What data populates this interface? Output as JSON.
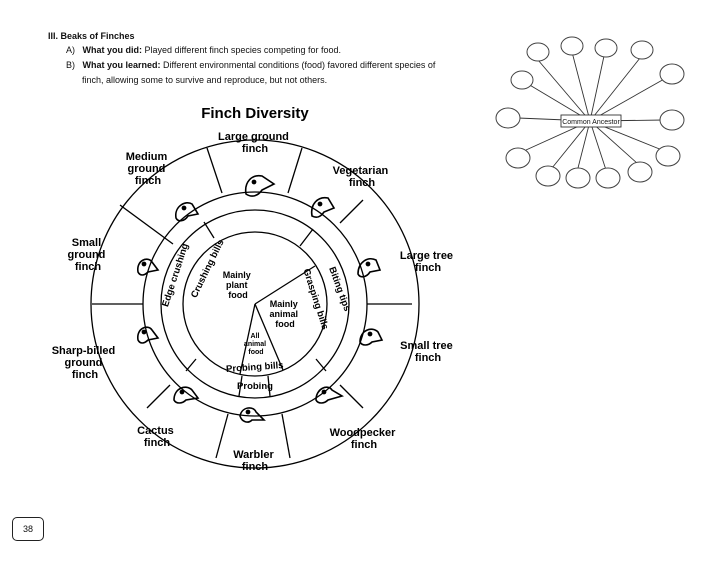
{
  "section": {
    "title": "III.  Beaks of Finches",
    "item_a": {
      "marker": "A)",
      "label": "What you did:",
      "text": "Played different finch species competing for food."
    },
    "item_b": {
      "marker": "B)",
      "label": "What you learned:",
      "text": "Different environmental conditions (food) favored different species of",
      "continuation": "finch, allowing some to survive and reproduce, but not others."
    }
  },
  "diagram": {
    "title": "Finch Diversity",
    "species": {
      "large_ground": [
        "Large ground",
        "finch"
      ],
      "vegetarian": [
        "Vegetarian",
        "finch"
      ],
      "large_tree": [
        "Large tree",
        "finch"
      ],
      "small_tree": [
        "Small tree",
        "finch"
      ],
      "woodpecker": [
        "Woodpecker",
        "finch"
      ],
      "warbler": [
        "Warbler",
        "finch"
      ],
      "cactus": [
        "Cactus",
        "finch"
      ],
      "sharp_billed": [
        "Sharp-billed",
        "ground",
        "finch"
      ],
      "small_ground": [
        "Small",
        "ground",
        "finch"
      ],
      "medium_ground": [
        "Medium",
        "ground",
        "finch"
      ]
    },
    "beak_types": {
      "edge_crushing": "Edge crushing",
      "crushing_bills": "Crushing bills",
      "grasping_bills": "Grasping bills",
      "biting_tips": "Biting tips",
      "probing_bills": "Probing bills",
      "probing": "Probing"
    },
    "food": {
      "plant": [
        "Mainly",
        "plant",
        "food"
      ],
      "animal": [
        "Mainly",
        "animal",
        "food"
      ],
      "all_animal": [
        "All",
        "animal",
        "food"
      ]
    }
  },
  "ancestor_figure": {
    "label": "Common Ancestor"
  },
  "footer": {
    "page_number": "38"
  }
}
